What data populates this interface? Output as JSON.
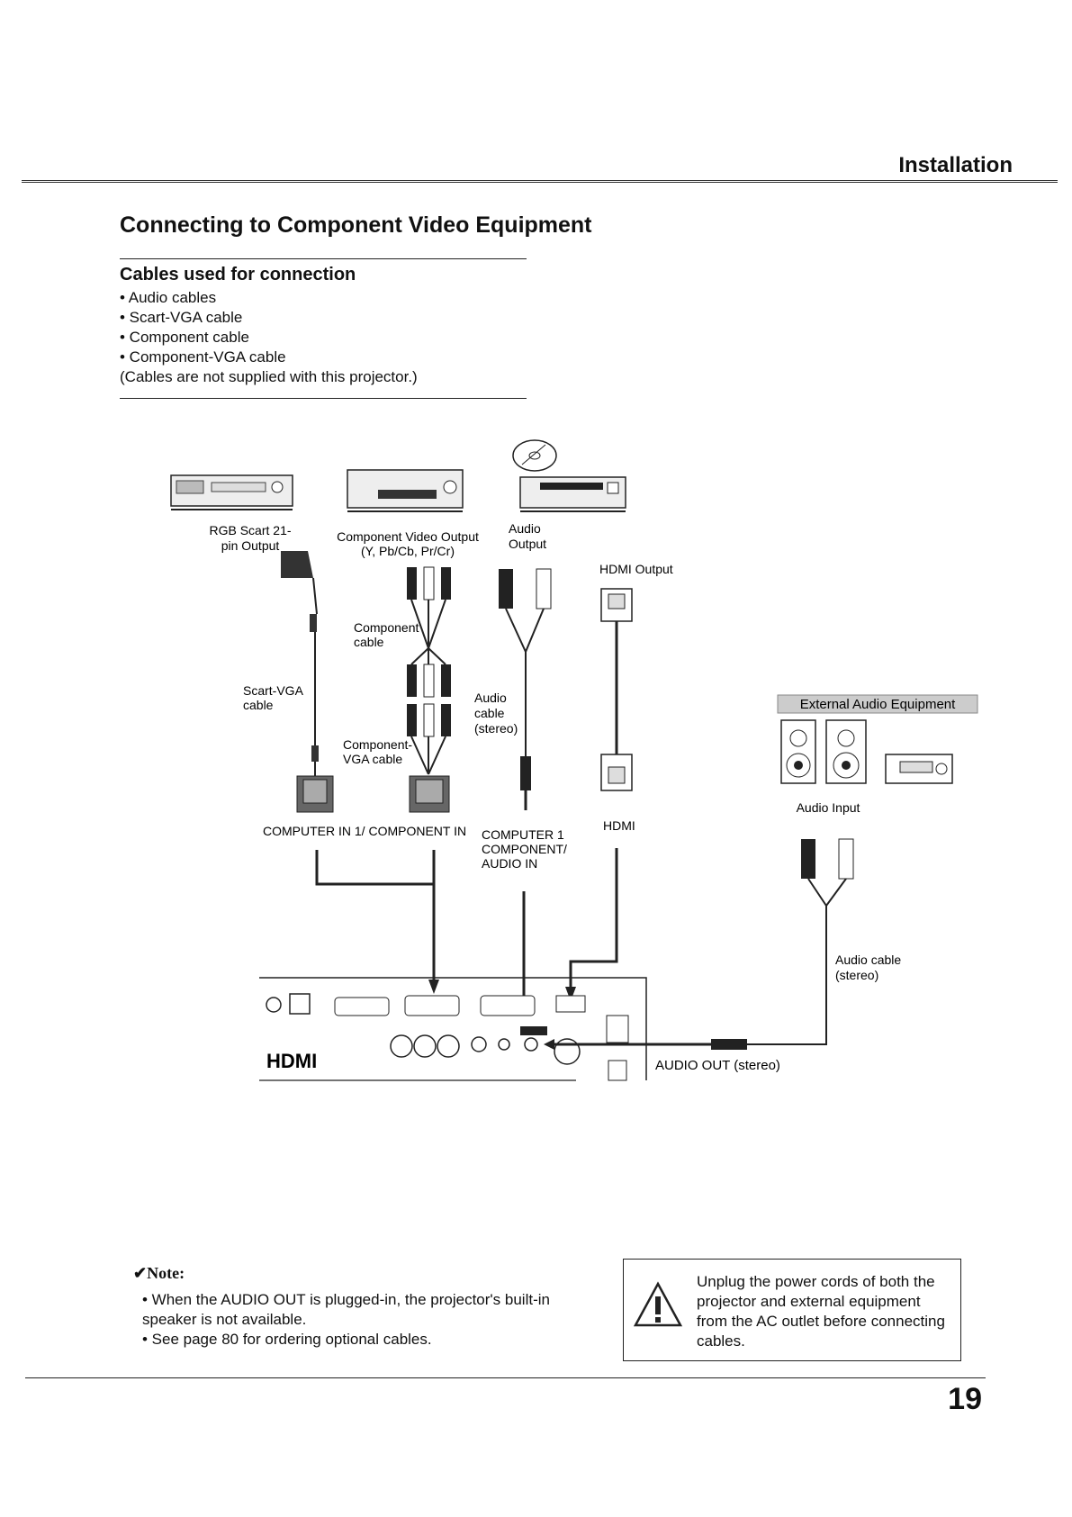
{
  "header": {
    "section": "Installation"
  },
  "page_title": "Connecting to Component Video Equipment",
  "cables": {
    "heading": "Cables used for connection",
    "items": [
      "• Audio cables",
      "• Scart-VGA cable",
      "• Component cable",
      "• Component-VGA cable"
    ],
    "footnote": "(Cables are not supplied with this projector.)"
  },
  "diagram": {
    "rgb_scart_1": "RGB Scart 21-",
    "rgb_scart_2": "pin Output",
    "component_out_1": "Component Video Output",
    "component_out_2": "(Y, Pb/Cb, Pr/Cr)",
    "audio_out_1": "Audio",
    "audio_out_2": "Output",
    "hdmi_output": "HDMI Output",
    "component_cable_1": "Component",
    "component_cable_2": "cable",
    "scart_vga_1": "Scart-VGA",
    "scart_vga_2": "cable",
    "audio_cable_1": "Audio",
    "audio_cable_2": "cable",
    "audio_cable_3": "(stereo)",
    "component_vga_1": "Component-",
    "component_vga_2": "VGA cable",
    "computer_in": "COMPUTER IN 1/ COMPONENT IN",
    "computer1_1": "COMPUTER 1",
    "computer1_2": "COMPONENT/",
    "computer1_3": "AUDIO IN",
    "hdmi": "HDMI",
    "external_audio": "External Audio Equipment",
    "audio_input": "Audio Input",
    "audio_cable_right_1": "Audio cable",
    "audio_cable_right_2": "(stereo)",
    "audio_out_stereo": "AUDIO OUT (stereo)",
    "hdmi_logo": "HDMI"
  },
  "note": {
    "heading": "Note:",
    "items": [
      "• When the AUDIO OUT is plugged-in, the projector's built-in speaker is not available.",
      "• See page 80 for ordering optional cables."
    ]
  },
  "warning": {
    "text": "Unplug the power cords of both the projector and external equipment from the AC outlet before connecting cables."
  },
  "page_number": "19"
}
